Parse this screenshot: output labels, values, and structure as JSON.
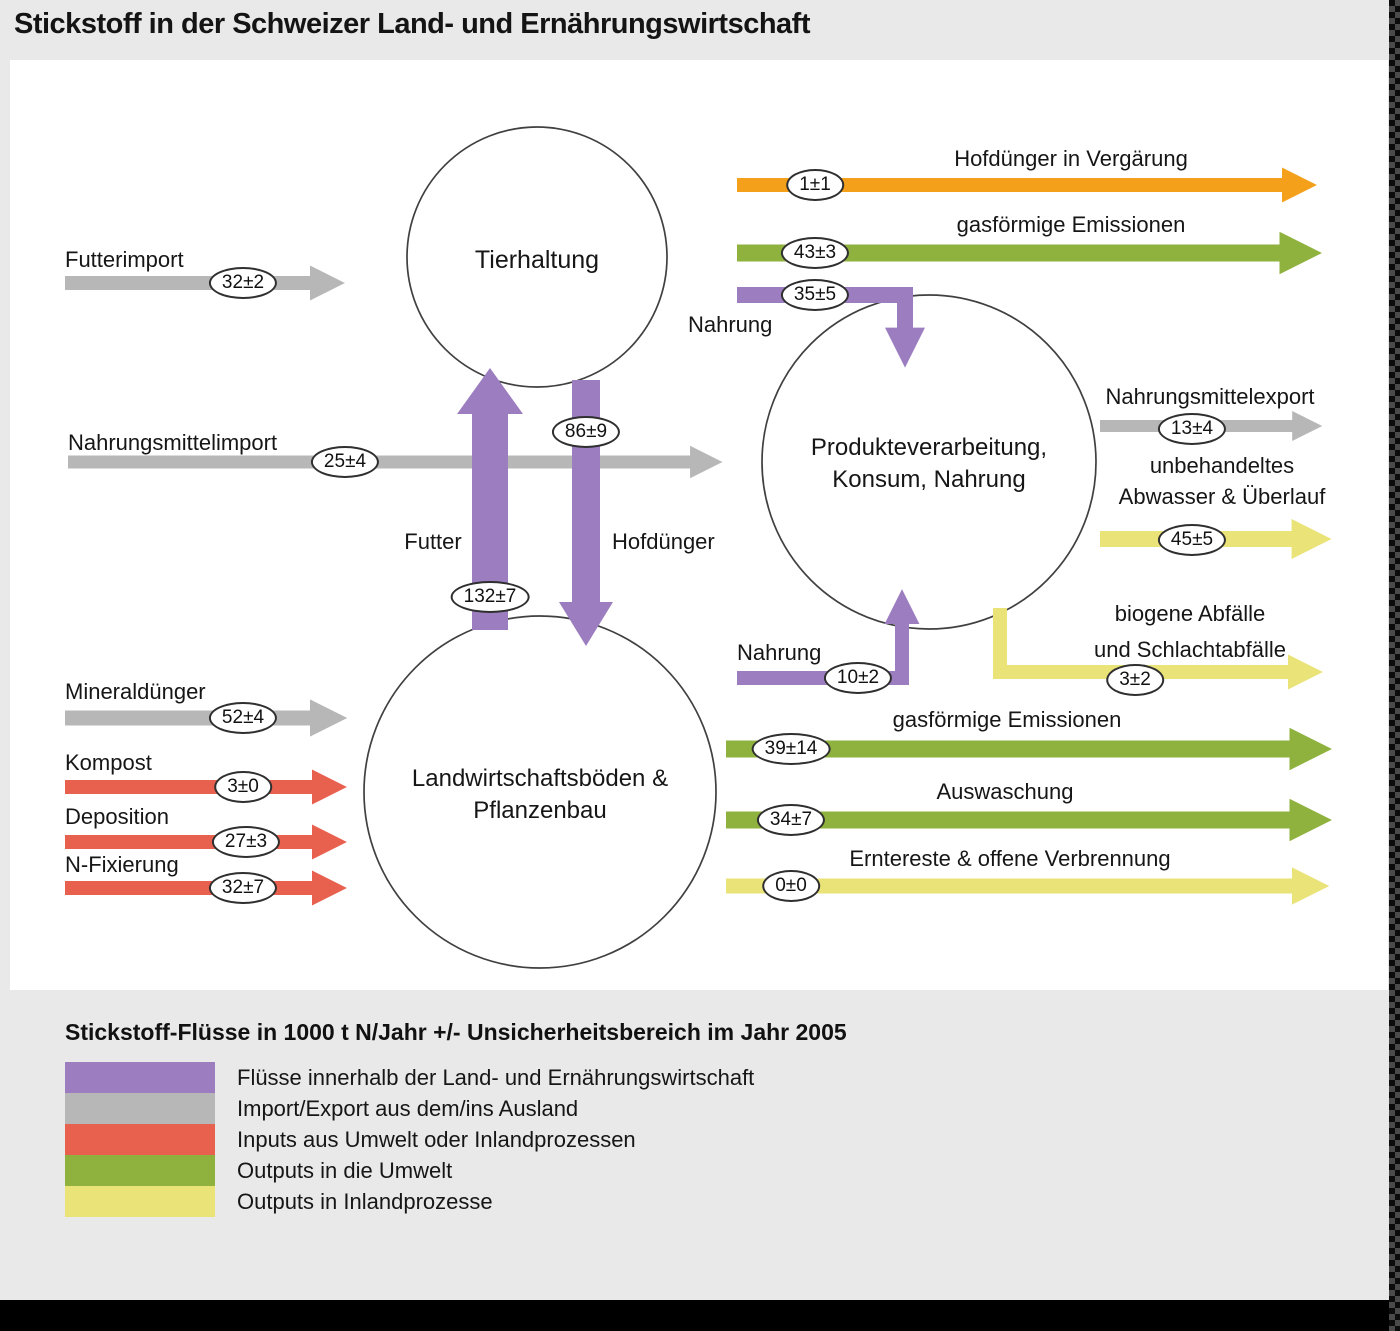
{
  "title": "Stickstoff in der Schweizer Land- und Ernährungswirtschaft",
  "colors": {
    "flow_purple": "#9c7ec0",
    "flow_gray": "#b7b7b7",
    "flow_orange": "#f5a01b",
    "flow_green": "#8fb23e",
    "flow_red": "#e8604e",
    "flow_yellow": "#eae377",
    "background": "#e9e9e9",
    "panel": "#ffffff"
  },
  "nodes": {
    "tierhaltung": {
      "label": "Tierhaltung"
    },
    "produkteverarbeitung": {
      "line1": "Produkteverarbeitung,",
      "line2": "Konsum, Nahrung"
    },
    "landwirtschaftsboeden": {
      "line1": "Landwirtschaftsböden &",
      "line2": "Pflanzenbau"
    }
  },
  "flows": {
    "futterimport": {
      "label": "Futterimport",
      "value": "32±2"
    },
    "hofduenger_in_vergaerung": {
      "label": "Hofdünger in Vergärung",
      "value": "1±1"
    },
    "gasfoermige_emissionen_tierhaltung": {
      "label": "gasförmige Emissionen",
      "value": "43±3"
    },
    "nahrung_aus_tierhaltung": {
      "label": "Nahrung",
      "value": "35±5"
    },
    "nahrungsmittelimport": {
      "label": "Nahrungsmittelimport",
      "value": "25±4"
    },
    "hofduenger": {
      "label": "Hofdünger",
      "value": "86±9"
    },
    "futter": {
      "label": "Futter",
      "value": "132±7"
    },
    "nahrungsmittelexport": {
      "label": "Nahrungsmittelexport",
      "value": "13±4"
    },
    "abwasser_ueberlauf": {
      "label_line1": "unbehandeltes",
      "label_line2": "Abwasser & Überlauf",
      "value": "45±5"
    },
    "nahrung_aus_pflanzenbau": {
      "label": "Nahrung",
      "value": "10±2"
    },
    "biogene_abfaelle": {
      "label_line1": "biogene Abfälle",
      "label_line2": "und Schlachtabfälle",
      "value": "3±2"
    },
    "mineralduenger": {
      "label": "Mineraldünger",
      "value": "52±4"
    },
    "kompost": {
      "label": "Kompost",
      "value": "3±0"
    },
    "deposition": {
      "label": "Deposition",
      "value": "27±3"
    },
    "n_fixierung": {
      "label": "N-Fixierung",
      "value": "32±7"
    },
    "gasfoermige_emissionen_boeden": {
      "label": "gasförmige Emissionen",
      "value": "39±14"
    },
    "auswaschung": {
      "label": "Auswaschung",
      "value": "34±7"
    },
    "erntereste": {
      "label": "Erntereste & offene Verbrennung",
      "value": "0±0"
    }
  },
  "legend": {
    "title": "Stickstoff-Flüsse in 1000 t N/Jahr +/- Unsicherheitsbereich im Jahr 2005",
    "items": [
      {
        "color": "#9c7ec0",
        "label": "Flüsse innerhalb der Land- und Ernährungswirtschaft"
      },
      {
        "color": "#b7b7b7",
        "label": "Import/Export aus dem/ins Ausland"
      },
      {
        "color": "#e8604e",
        "label": "Inputs aus Umwelt oder Inlandprozessen"
      },
      {
        "color": "#8fb23e",
        "label": "Outputs in die Umwelt"
      },
      {
        "color": "#eae377",
        "label": "Outputs in Inlandprozesse"
      }
    ]
  }
}
